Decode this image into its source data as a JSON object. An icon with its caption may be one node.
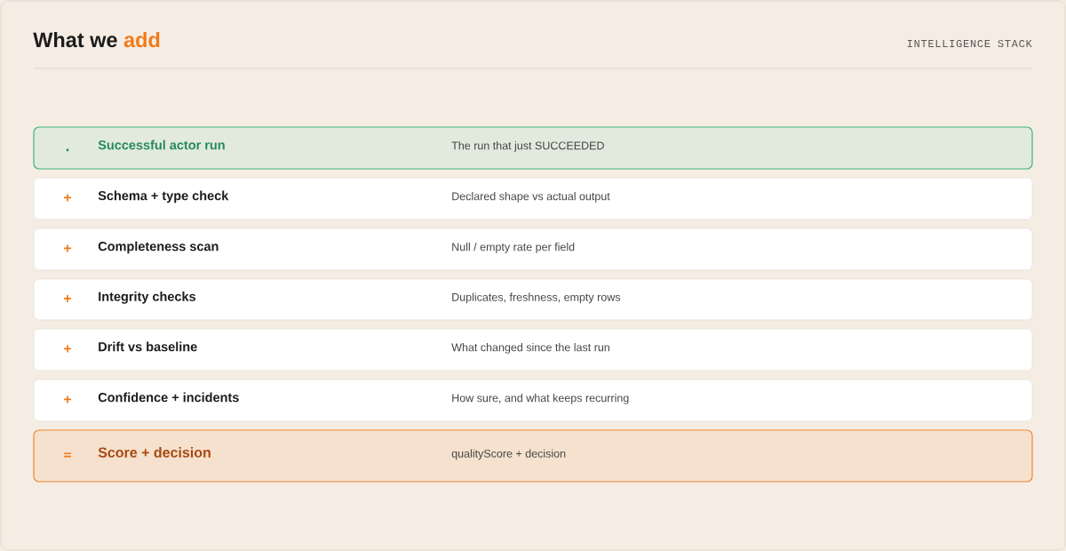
{
  "diagram": {
    "title": "What we add",
    "nodes": [
      {
        "text": [
          ".",
          "Successful actor run",
          "The run that just SUCCEEDED"
        ]
      },
      {
        "text": [
          "+",
          "Schema + type check",
          "Declared shape vs actual output"
        ]
      },
      {
        "text": [
          "+",
          "Completeness scan",
          "Null / empty rate per field"
        ]
      },
      {
        "text": [
          "+",
          "Integrity checks",
          "Duplicates, freshness, empty rows"
        ]
      },
      {
        "text": [
          "+",
          "Drift vs baseline",
          "What changed since the last run"
        ]
      },
      {
        "text": [
          "+",
          "Confidence + incidents",
          "How sure, and what keeps recurring"
        ]
      },
      {
        "text": [
          "=",
          "Score + decision",
          "qualityScore + decision"
        ]
      }
    ],
    "labels": [
      "INTELLIGENCE STACK"
    ]
  }
}
